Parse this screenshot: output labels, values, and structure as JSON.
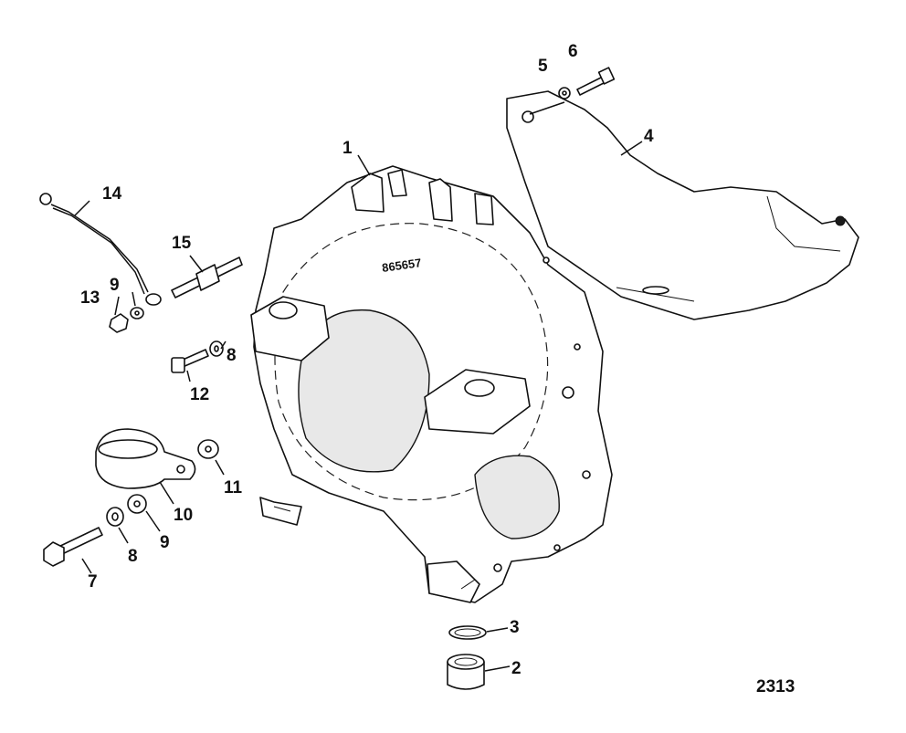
{
  "figure_number": "2313",
  "housing_stamp": "865657",
  "callouts": [
    {
      "id": "1",
      "label": "1"
    },
    {
      "id": "2",
      "label": "2"
    },
    {
      "id": "3",
      "label": "3"
    },
    {
      "id": "4",
      "label": "4"
    },
    {
      "id": "5",
      "label": "5"
    },
    {
      "id": "6",
      "label": "6"
    },
    {
      "id": "7",
      "label": "7"
    },
    {
      "id": "8a",
      "label": "8"
    },
    {
      "id": "8b",
      "label": "8"
    },
    {
      "id": "9a",
      "label": "9"
    },
    {
      "id": "9b",
      "label": "9"
    },
    {
      "id": "10",
      "label": "10"
    },
    {
      "id": "11",
      "label": "11"
    },
    {
      "id": "12",
      "label": "12"
    },
    {
      "id": "13",
      "label": "13"
    },
    {
      "id": "14",
      "label": "14"
    },
    {
      "id": "15",
      "label": "15"
    }
  ]
}
